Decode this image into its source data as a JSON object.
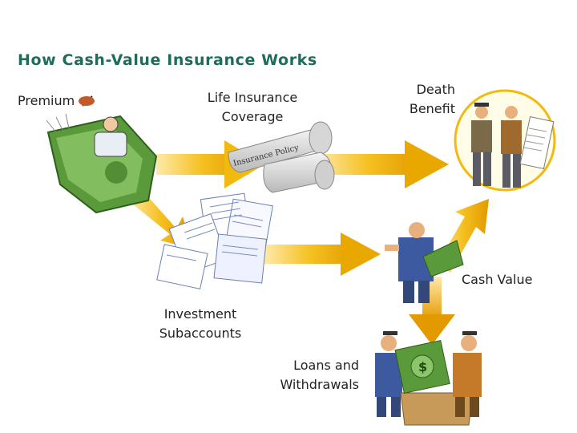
{
  "title": "How Cash-Value Insurance Works",
  "labels": {
    "premium": "Premium",
    "life_insurance_coverage": [
      "Life Insurance",
      "Coverage"
    ],
    "death_benefit": [
      "Death",
      "Benefit"
    ],
    "cash_value": "Cash Value",
    "investment_subaccounts": [
      "Investment",
      "Subaccounts"
    ],
    "loans_and_withdrawals": [
      "Loans and",
      "Withdrawals"
    ],
    "policy_scroll": "Insurance Policy"
  },
  "colors": {
    "title": "#1f6b5c",
    "arrow": "#f2b90f",
    "arrow_dark": "#d08c00",
    "money": "#5a9a3a",
    "figure_suit": "#3d5aa0"
  }
}
